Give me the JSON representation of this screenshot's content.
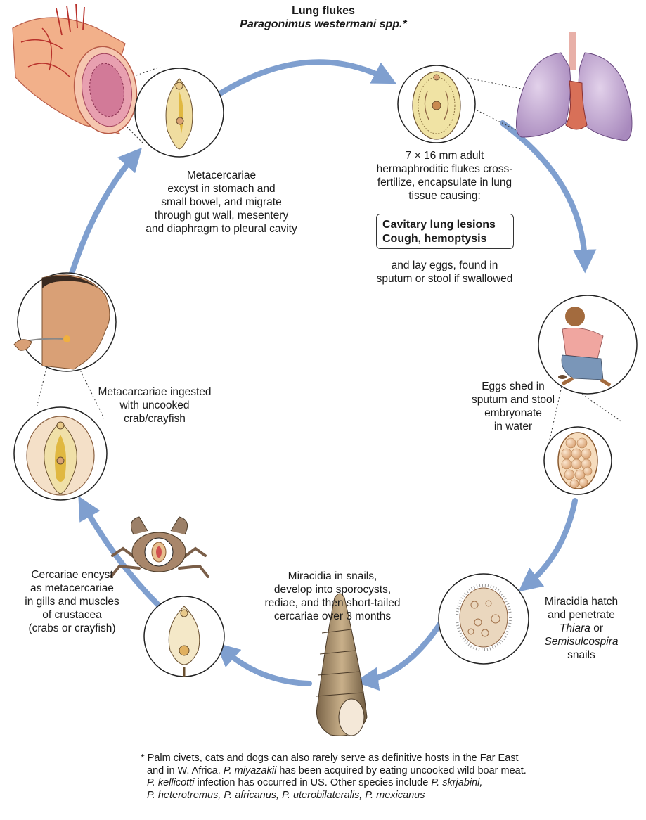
{
  "title": {
    "line1": "Lung flukes",
    "line2": "Paragonimus westermani spp.*"
  },
  "stages": {
    "adult_top": [
      "7 × 16 mm adult",
      "hermaphroditic flukes cross-",
      "fertilize, encapsulate in lung",
      "tissue causing:"
    ],
    "symptoms_box": [
      "Cavitary lung lesions",
      "Cough, hemoptysis"
    ],
    "eggs_laid": [
      "and lay eggs, found in",
      "sputum or stool if swallowed"
    ],
    "eggs_shed": [
      "Eggs shed in",
      "sputum and stool",
      "embryonate",
      "in water"
    ],
    "miracidia_hatch": {
      "line1": "Miracidia hatch",
      "line2": "and penetrate",
      "italic1": "Thiara",
      "or": " or",
      "italic2": "Semisulcospira",
      "line5": "snails"
    },
    "miracidia_snails": [
      "Miracidia in snails,",
      "develop into sporocysts,",
      "rediae, and then short-tailed",
      "cercariae over 3 months"
    ],
    "cercariae_encyst": [
      "Cercariae encyst",
      "as metacercariae",
      "in gills and muscles",
      "of crustacea",
      "(crabs or crayfish)"
    ],
    "ingested": [
      "Metacarcariae ingested",
      "with uncooked",
      "crab/crayfish"
    ],
    "excyst": [
      "Metacercariae",
      "excyst in stomach and",
      "small bowel, and migrate",
      "through gut wall, mesentery",
      "and diaphragm to pleural cavity"
    ]
  },
  "footnote": {
    "l1": "* Palm civets, cats and dogs can also rarely serve as definitive hosts in the Far East",
    "l2a": "and in W. Africa. ",
    "l2b": "P. miyazakii",
    "l2c": " has been acquired by eating uncooked wild boar meat.",
    "l3a": "P. kellicotti",
    "l3b": " infection has occurred in US. Other species include ",
    "l3c": "P. skrjabini,",
    "l4": "P. heterotremus, P. africanus, P. uterobilateralis, P. mexicanus"
  },
  "colors": {
    "arrow": "#7f9fcf",
    "flesh": "#f2b38a",
    "intestine": "#e07a64",
    "lung": "#c9b2d6",
    "egg": "#f2c9a0",
    "snail": "#b49a72",
    "crab": "#9c8068",
    "fluke": "#f0e3a4"
  },
  "icons": [
    "intestine-icon",
    "lung-icon",
    "fluke-icon",
    "child-icon",
    "egg-icon",
    "miracidium-icon",
    "snail-icon",
    "crab-icon",
    "person-eating-icon"
  ]
}
